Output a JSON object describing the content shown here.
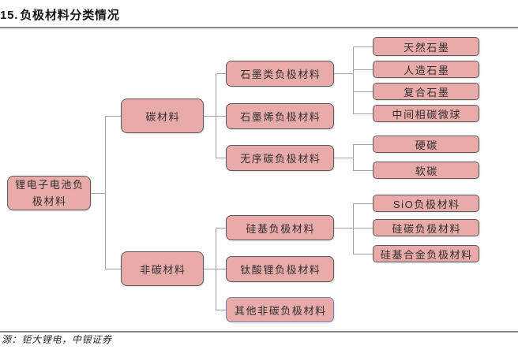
{
  "header": {
    "title": "15. 负极材料分类情况"
  },
  "diagram": {
    "root": {
      "label": "锂电子电池负极材料",
      "children": [
        {
          "label": "碳材料",
          "children": [
            {
              "label": "石墨类负极材料",
              "children": [
                {
                  "label": "天然石墨"
                },
                {
                  "label": "人造石墨"
                },
                {
                  "label": "复合石墨"
                },
                {
                  "label": "中间相碳微球"
                }
              ]
            },
            {
              "label": "石墨烯负极材料",
              "children": []
            },
            {
              "label": "无序碳负极材料",
              "children": [
                {
                  "label": "硬碳"
                },
                {
                  "label": "软碳"
                }
              ]
            }
          ]
        },
        {
          "label": "非碳材料",
          "children": [
            {
              "label": "硅基负极材料",
              "children": [
                {
                  "label": "SiO负极材料"
                },
                {
                  "label": "硅碳负极材料"
                },
                {
                  "label": "硅基合金负极材料"
                }
              ]
            },
            {
              "label": "钛酸锂负极材料",
              "children": []
            },
            {
              "label": "其他非碳负极材料",
              "children": [],
              "selected": true
            }
          ]
        }
      ]
    }
  },
  "footer": {
    "source": "源：钜大锂电，中银证券"
  },
  "colors": {
    "node_fill": "#e9aaaa",
    "node_border": "#5a5a5a",
    "node_selected_border": "#7384bc",
    "node_text": "#2f2f2f",
    "connector": "#a3a3a3",
    "divider": "#888888"
  }
}
